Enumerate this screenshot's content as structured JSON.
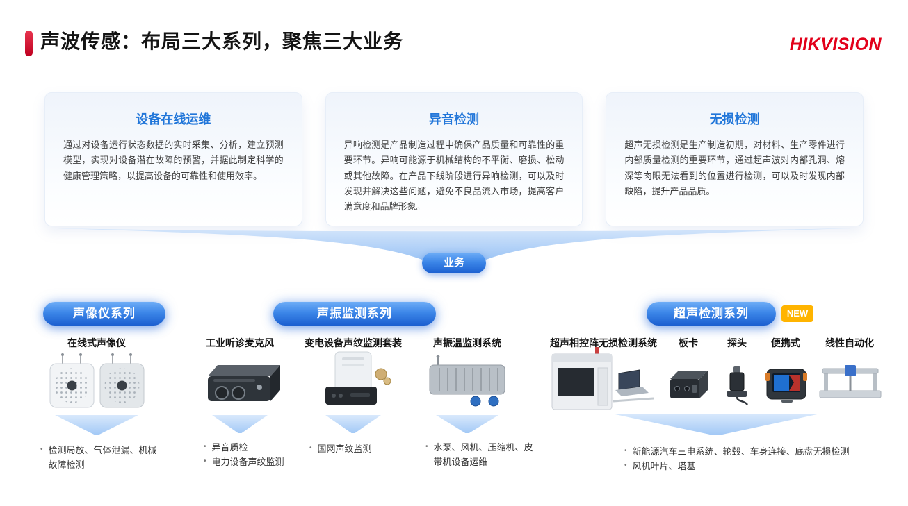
{
  "header": {
    "title": "声波传感：布局三大系列，聚焦三大业务",
    "logo": "HIKVISION"
  },
  "colors": {
    "accent_red": "#e2001a",
    "primary_blue": "#2176d9",
    "pill_gradient_top": "#6eadf7",
    "pill_gradient_bottom": "#1b5fd0",
    "new_badge_yellow": "#ffb400"
  },
  "cards": [
    {
      "title": "设备在线运维",
      "description": "通过对设备运行状态数据的实时采集、分析，建立预测模型，实现对设备潜在故障的预警，并据此制定科学的健康管理策略，以提高设备的可靠性和使用效率。"
    },
    {
      "title": "异音检测",
      "description": "异响检测是产品制造过程中确保产品质量和可靠性的重要环节。异响可能源于机械结构的不平衡、磨损、松动或其他故障。在产品下线阶段进行异响检测，可以及时发现并解决这些问题，避免不良品流入市场，提高客户满意度和品牌形象。"
    },
    {
      "title": "无损检测",
      "description": "超声无损检测是生产制造初期，对材料、生产零件进行内部质量检测的重要环节，通过超声波对内部孔洞、熔深等肉眼无法看到的位置进行检测，可以及时发现内部缺陷，提升产品品质。"
    }
  ],
  "funnel": {
    "label": "业务"
  },
  "series": [
    {
      "name": "声像仪系列",
      "badge": "",
      "products": [
        {
          "name": "在线式声像仪",
          "icon": "acoustic-imager",
          "bullets": [
            "检测局放、气体泄漏、机械故障检测"
          ]
        }
      ]
    },
    {
      "name": "声振监测系列",
      "badge": "",
      "products": [
        {
          "name": "工业听诊麦克风",
          "icon": "stethoscope-microphone",
          "bullets": [
            "异音质检",
            "电力设备声纹监测"
          ]
        },
        {
          "name": "变电设备声纹监测套装",
          "icon": "substation-voiceprint-kit",
          "bullets": [
            "国网声纹监测"
          ]
        },
        {
          "name": "声振温监测系统",
          "icon": "vibration-temperature-system",
          "bullets": [
            "水泵、风机、压缩机、皮带机设备运维"
          ]
        }
      ]
    },
    {
      "name": "超声检测系列",
      "badge": "NEW",
      "products": [
        {
          "name": "超声相控阵无损检测系统",
          "icon": "phased-array-ndt-system"
        },
        {
          "name": "板卡",
          "icon": "board-card"
        },
        {
          "name": "探头",
          "icon": "probe"
        },
        {
          "name": "便携式",
          "icon": "portable-detector"
        },
        {
          "name": "线性自动化",
          "icon": "linear-automation"
        }
      ],
      "bullets": [
        "新能源汽车三电系统、轮毂、车身连接、底盘无损检测",
        "风机叶片、塔基"
      ]
    }
  ]
}
